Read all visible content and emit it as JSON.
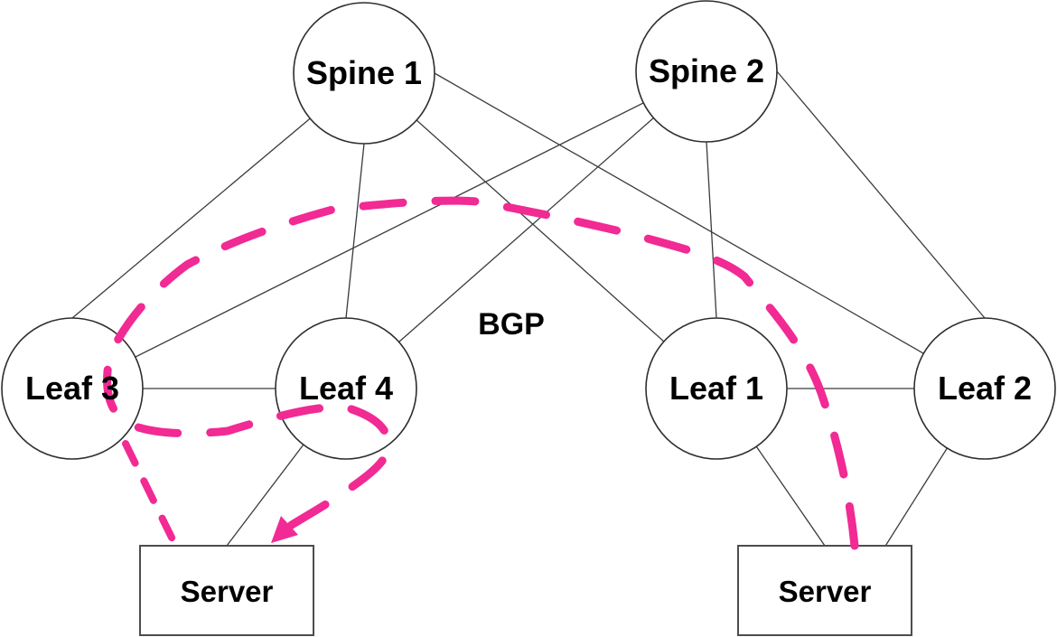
{
  "diagram": {
    "protocol_label": "BGP",
    "nodes": [
      {
        "id": "spine1",
        "label": "Spine 1",
        "type": "spine"
      },
      {
        "id": "spine2",
        "label": "Spine 2",
        "type": "spine"
      },
      {
        "id": "leaf3",
        "label": "Leaf 3",
        "type": "leaf"
      },
      {
        "id": "leaf4",
        "label": "Leaf 4",
        "type": "leaf"
      },
      {
        "id": "leaf1",
        "label": "Leaf 1",
        "type": "leaf"
      },
      {
        "id": "leaf2",
        "label": "Leaf 2",
        "type": "leaf"
      },
      {
        "id": "server_left",
        "label": "Server",
        "type": "server"
      },
      {
        "id": "server_right",
        "label": "Server",
        "type": "server"
      }
    ],
    "links": [
      {
        "from": "spine1",
        "to": "leaf3"
      },
      {
        "from": "spine1",
        "to": "leaf4"
      },
      {
        "from": "spine1",
        "to": "leaf1"
      },
      {
        "from": "spine1",
        "to": "leaf2"
      },
      {
        "from": "spine2",
        "to": "leaf3"
      },
      {
        "from": "spine2",
        "to": "leaf4"
      },
      {
        "from": "spine2",
        "to": "leaf1"
      },
      {
        "from": "spine2",
        "to": "leaf2"
      },
      {
        "from": "leaf3",
        "to": "leaf4"
      },
      {
        "from": "leaf1",
        "to": "leaf2"
      },
      {
        "from": "leaf4",
        "to": "server_left"
      },
      {
        "from": "leaf1",
        "to": "server_right"
      },
      {
        "from": "leaf2",
        "to": "server_right"
      }
    ],
    "highlight_path": {
      "style": "dashed",
      "color": "#F12A94",
      "from": "server_right",
      "via": [
        "leaf3",
        "leaf4"
      ],
      "to": "server_left",
      "arrow_at": "server_left",
      "branch": {
        "from": "leaf3",
        "to": "server_left"
      }
    },
    "colors": {
      "background": "#FFFFFF",
      "node_fill": "#FFFFFF",
      "node_stroke": "#2E2E2E",
      "link": "#3B3B3B",
      "highlight": "#F12A94",
      "text": "#000000"
    }
  }
}
